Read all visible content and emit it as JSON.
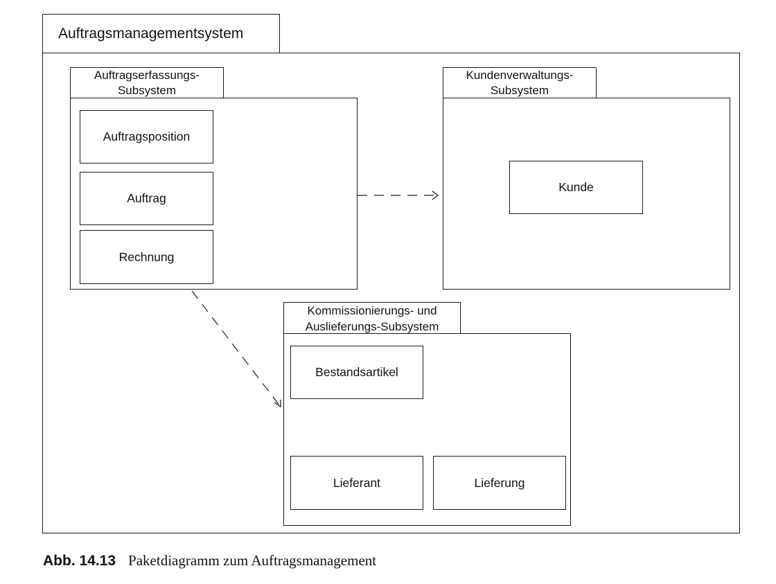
{
  "system": {
    "title": "Auftragsmanagementsystem"
  },
  "packages": {
    "order_entry": {
      "tab_line1": "Auftragserfassungs-",
      "tab_line2": "Subsystem",
      "classes": [
        "Auftragsposition",
        "Auftrag",
        "Rechnung"
      ]
    },
    "customer": {
      "tab_line1": "Kundenverwaltungs-",
      "tab_line2": "Subsystem",
      "classes": [
        "Kunde"
      ]
    },
    "shipping": {
      "tab_line1": "Kommissionierungs- und",
      "tab_line2": "Auslieferungs-Subsystem",
      "classes": [
        "Bestandsartikel",
        "Lieferant",
        "Lieferung"
      ]
    }
  },
  "dependencies": [
    {
      "from": "order_entry",
      "to": "customer",
      "style": "dashed-open-arrow"
    },
    {
      "from": "order_entry",
      "to": "shipping",
      "style": "dashed-open-arrow"
    }
  ],
  "caption": {
    "number": "Abb. 14.13",
    "text": "Paketdiagramm zum Auftragsmanagement"
  }
}
